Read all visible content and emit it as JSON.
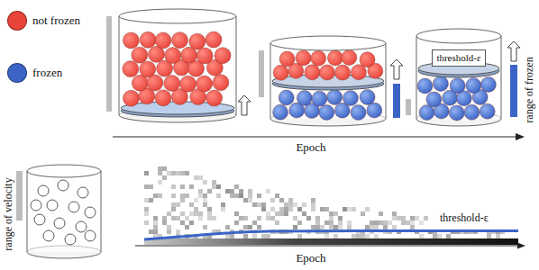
{
  "diagram": {
    "nodes": [
      {
        "text": [
          "threshold-ε"
        ]
      }
    ],
    "edges": [],
    "labels": [
      "Epoch",
      "range of frozen",
      "range of velocity",
      "threshold-ε",
      "Epoch"
    ],
    "legend": [
      {
        "text": "not frozen",
        "color": "#e8443a"
      },
      {
        "text": "frozen",
        "color": "#3b64c6"
      }
    ]
  }
}
